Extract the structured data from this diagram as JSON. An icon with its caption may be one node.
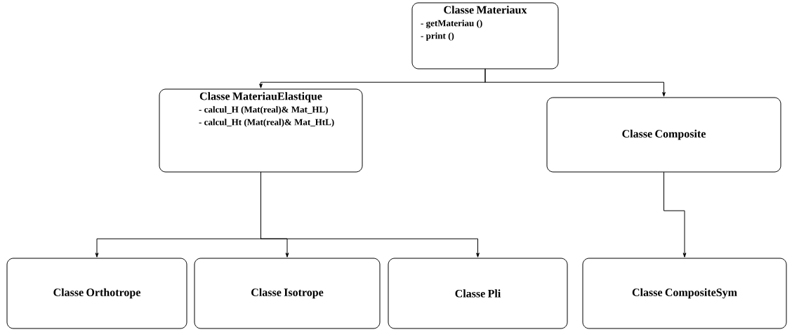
{
  "diagram": {
    "nodes": [
      {
        "text": [
          "Classe Materiaux",
          "- getMateriau ()",
          "- print ()"
        ]
      },
      {
        "text": [
          "Classe MateriauElastique",
          "- calcul_H (Mat(real)& Mat_HL)",
          "- calcul_Ht (Mat(real)& Mat_HtL)"
        ]
      },
      {
        "text": [
          "Classe Composite"
        ]
      },
      {
        "text": [
          "Classe Orthotrope"
        ]
      },
      {
        "text": [
          "Classe Isotrope"
        ]
      },
      {
        "text": [
          "Classe Pli"
        ]
      },
      {
        "text": [
          "Classe CompositeSym"
        ]
      }
    ],
    "edges": [
      {
        "from": 0,
        "to": 1,
        "arrow": "to"
      },
      {
        "from": 0,
        "to": 2,
        "arrow": "to"
      },
      {
        "from": 1,
        "to": 3,
        "arrow": "to"
      },
      {
        "from": 1,
        "to": 4,
        "arrow": "to"
      },
      {
        "from": 1,
        "to": 5,
        "arrow": "to"
      },
      {
        "from": 2,
        "to": 6,
        "arrow": "to"
      }
    ]
  }
}
